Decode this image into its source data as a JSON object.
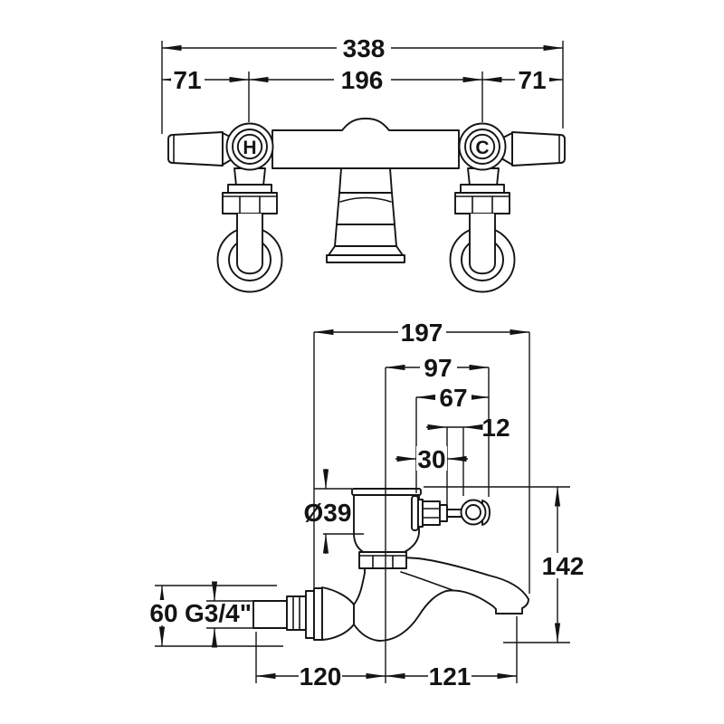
{
  "drawing": {
    "kind": "technical dimension drawing — wall mounted bath filler tap, front view and side view",
    "colors": {
      "line": "#141414",
      "background": "#ffffff"
    },
    "front": {
      "width_total": "338",
      "offset_left": "71",
      "centres": "196",
      "offset_right": "71",
      "hot_index": "H",
      "cold_index": "C"
    },
    "side": {
      "depth_total": "197",
      "centre_to_handle_end": "97",
      "bonnet_to_handle_end": "67",
      "stem_length": "12",
      "bonnet_depth": "30",
      "body_diameter": "Ø39",
      "height_overall": "142",
      "flange_height": "60",
      "thread_size": "G3/4\"",
      "wall_to_centre": "120",
      "centre_to_spout_outlet": "121"
    }
  }
}
